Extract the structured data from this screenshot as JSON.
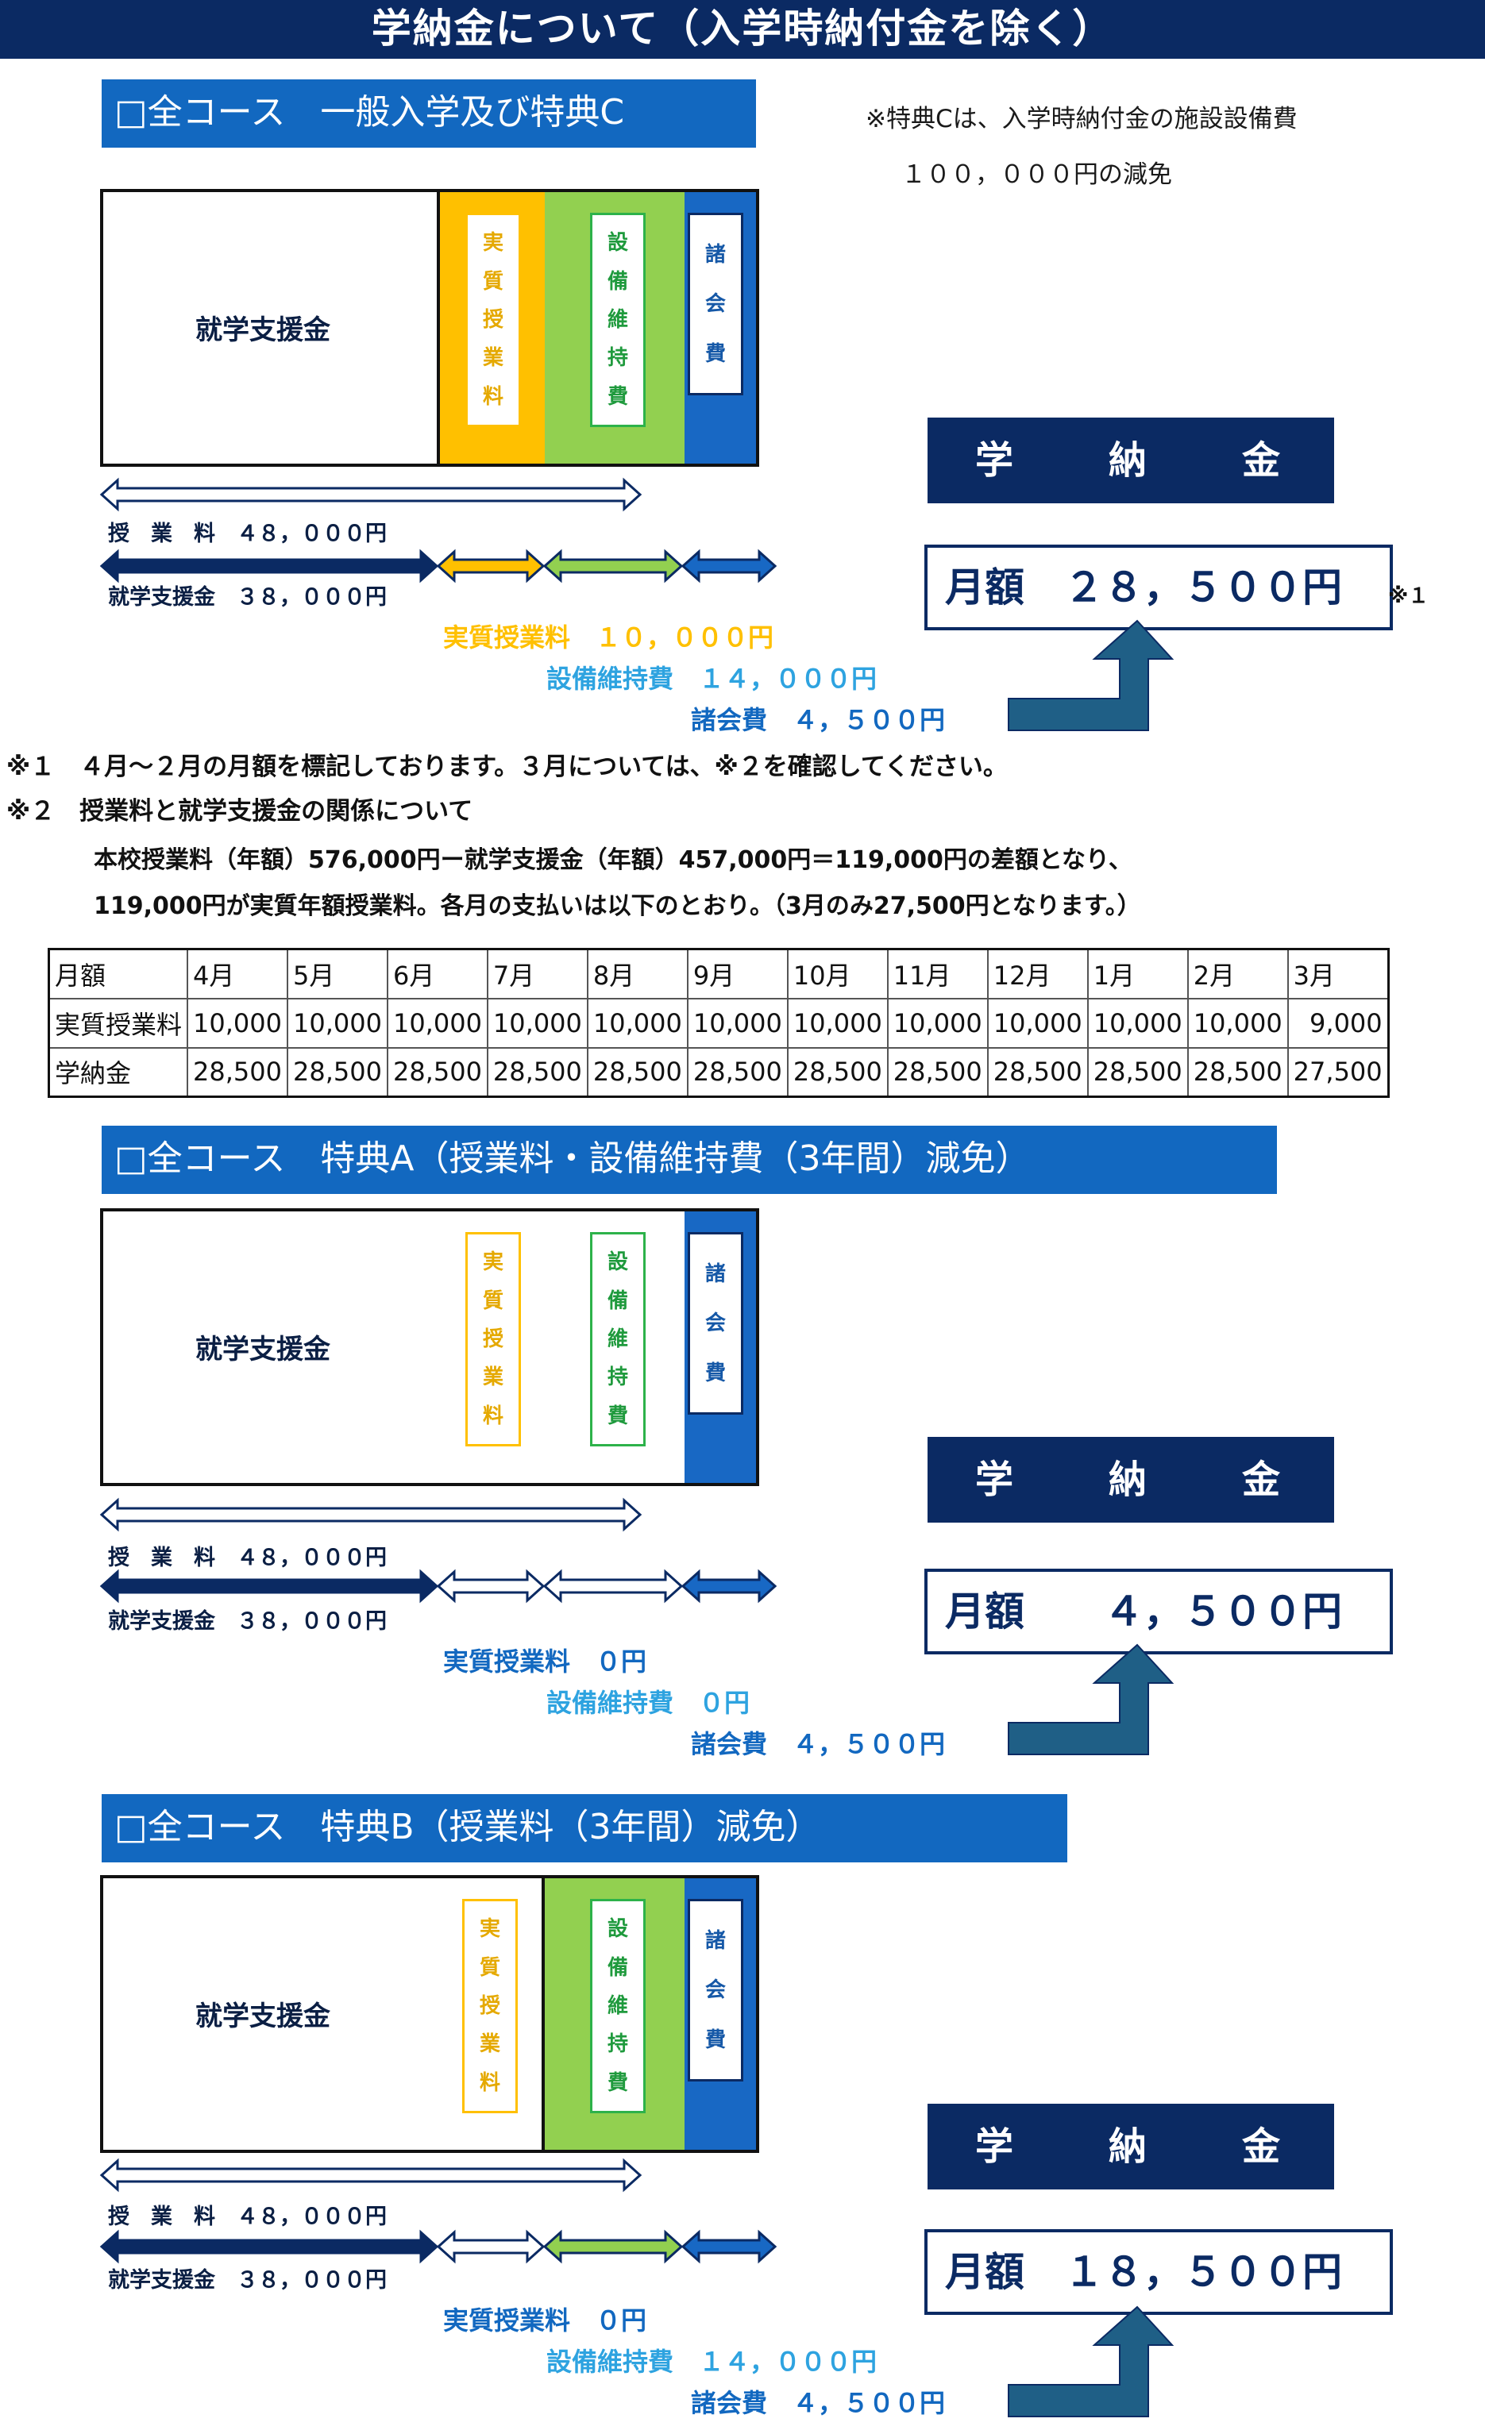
{
  "title": "学納金について（入学時納付金を除く）",
  "colors": {
    "navy": "#0b2a63",
    "heading_blue": "#1268c0",
    "orange": "#ffc000",
    "green": "#92d050",
    "blue": "#1868c4",
    "cyan": "#2ea3e0"
  },
  "note_c": {
    "line1": "※特典Cは、入学時納付金の施設設備費",
    "line2": "１００，０００円の減免"
  },
  "diagram_labels": {
    "shugaku": "就学支援金",
    "jisshitsu_chars": [
      "実",
      "質",
      "授",
      "業",
      "料"
    ],
    "setsubi_chars": [
      "設",
      "備",
      "維",
      "持",
      "費"
    ],
    "shokai_chars": [
      "諸",
      "会",
      "費"
    ],
    "tuition_arrow": "授　業　料　４８，０００円",
    "support_arrow": "就学支援金　３８，０００円",
    "gakunou_title": "学　　納　　金"
  },
  "sections": [
    {
      "heading": "□全コース　一般入学及び特典C",
      "jisshitsu_amount": "実質授業料　１０，０００円",
      "setsubi_amount": "設備維持費　１４，０００円",
      "shokai_amount": "諸会費　４，５００円",
      "monthly": "月額　２８，５００円",
      "monthly_mark": "※１"
    },
    {
      "heading": "□全コース　特典A（授業料・設備維持費（3年間）減免）",
      "jisshitsu_amount": "実質授業料　０円",
      "setsubi_amount": "設備維持費　０円",
      "shokai_amount": "諸会費　４，５００円",
      "monthly": "月額　　４，５００円"
    },
    {
      "heading": "□全コース　特典B（授業料（3年間）減免）",
      "jisshitsu_amount": "実質授業料　０円",
      "setsubi_amount": "設備維持費　１４，０００円",
      "shokai_amount": "諸会費　４，５００円",
      "monthly": "月額　１８，５００円"
    }
  ],
  "footnotes": {
    "note1": "※１　４月～２月の月額を標記しております。３月については、※２を確認してください。",
    "note2": "※２　授業料と就学支援金の関係について",
    "note2_line1": "本校授業料（年額）576,000円ー就学支援金（年額）457,000円＝119,000円の差額となり、",
    "note2_line2": "119,000円が実質年額授業料。各月の支払いは以下のとおり。（3月のみ27,500円となります。）"
  },
  "table": {
    "header_label": "月額",
    "months": [
      "4月",
      "5月",
      "6月",
      "7月",
      "8月",
      "9月",
      "10月",
      "11月",
      "12月",
      "1月",
      "2月",
      "3月"
    ],
    "rows": [
      {
        "label": "実質授業料",
        "values": [
          "10,000",
          "10,000",
          "10,000",
          "10,000",
          "10,000",
          "10,000",
          "10,000",
          "10,000",
          "10,000",
          "10,000",
          "10,000",
          "9,000"
        ]
      },
      {
        "label": "学納金",
        "values": [
          "28,500",
          "28,500",
          "28,500",
          "28,500",
          "28,500",
          "28,500",
          "28,500",
          "28,500",
          "28,500",
          "28,500",
          "28,500",
          "27,500"
        ]
      }
    ]
  }
}
